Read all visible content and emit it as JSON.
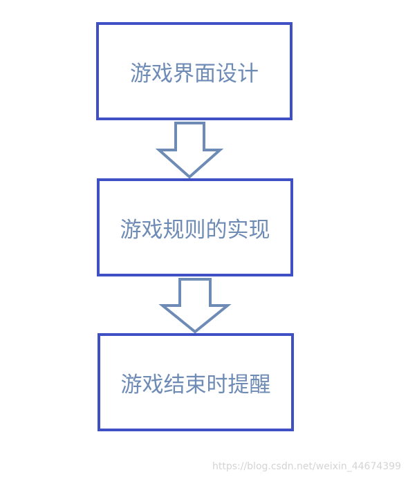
{
  "flowchart": {
    "steps": [
      {
        "label": "游戏界面设计"
      },
      {
        "label": "游戏规则的实现"
      },
      {
        "label": "游戏结束时提醒"
      }
    ],
    "box_border_color": "#3f4fc4",
    "text_color": "#6e8bb6",
    "arrow_color": "#6e8bb6",
    "connectors": [
      {
        "from": 0,
        "to": 1,
        "icon": "down-arrow-icon"
      },
      {
        "from": 1,
        "to": 2,
        "icon": "down-arrow-icon"
      }
    ]
  },
  "watermark": {
    "text": "https://blog.csdn.net/weixin_44674399"
  }
}
